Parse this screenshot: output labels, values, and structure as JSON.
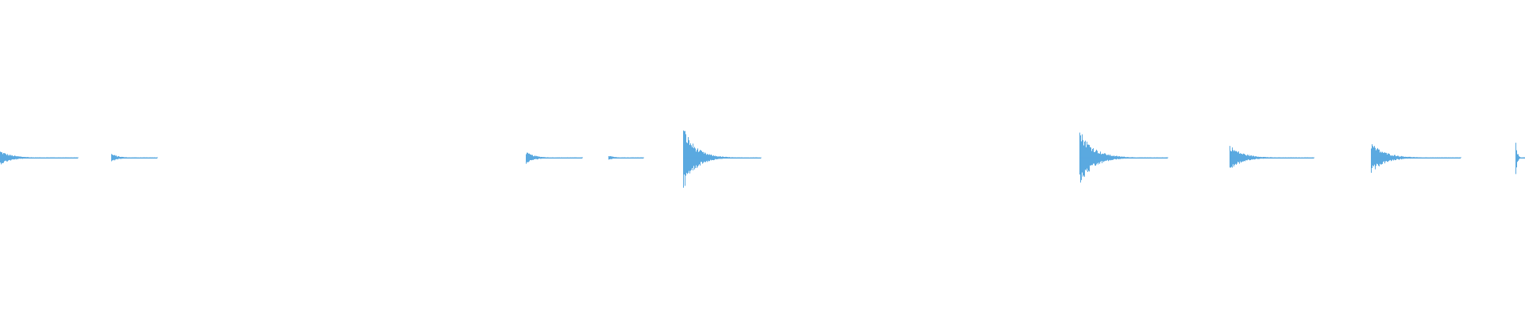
{
  "waveform": {
    "color": "#5aa9e0",
    "background": "#ffffff",
    "events": [
      {
        "onset": 0.0,
        "tail": 0.051,
        "peak": 0.2
      },
      {
        "onset": 0.073,
        "tail": 0.03,
        "peak": 0.12
      },
      {
        "onset": 0.345,
        "tail": 0.037,
        "peak": 0.17
      },
      {
        "onset": 0.399,
        "tail": 0.023,
        "peak": 0.07
      },
      {
        "onset": 0.448,
        "tail": 0.051,
        "peak": 0.9
      },
      {
        "onset": 0.708,
        "tail": 0.058,
        "peak": 0.82
      },
      {
        "onset": 0.806,
        "tail": 0.055,
        "peak": 0.36
      },
      {
        "onset": 0.899,
        "tail": 0.059,
        "peak": 0.44
      },
      {
        "onset": 0.994,
        "tail": 0.006,
        "peak": 0.5
      }
    ]
  }
}
